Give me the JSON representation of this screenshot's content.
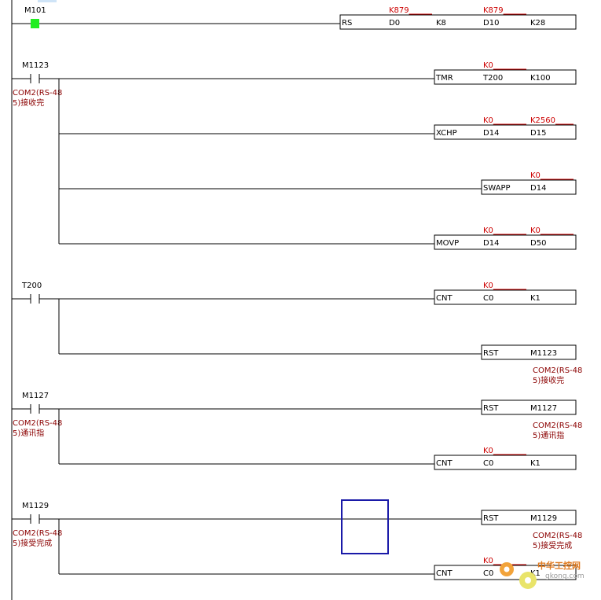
{
  "rungs": [
    {
      "contact": {
        "label": "M101",
        "active": true,
        "comment": []
      },
      "outputs": [
        {
          "cells": [
            "RS",
            "D0",
            "K8",
            "D10",
            "K28"
          ],
          "values": [
            "",
            "K879",
            "",
            "K879",
            ""
          ]
        }
      ]
    },
    {
      "contact": {
        "label": "M1123",
        "active": false,
        "comment": [
          "COM2(RS-48",
          "5)接收完"
        ]
      },
      "outputs": [
        {
          "cells": [
            "TMR",
            "T200",
            "K100"
          ],
          "values": [
            "",
            "K0",
            ""
          ]
        },
        {
          "cells": [
            "XCHP",
            "D14",
            "D15"
          ],
          "values": [
            "",
            "K0",
            "K2560"
          ]
        },
        {
          "cells": [
            "SWAPP",
            "D14"
          ],
          "values": [
            "",
            "K0"
          ]
        },
        {
          "cells": [
            "MOVP",
            "D14",
            "D50"
          ],
          "values": [
            "",
            "K0",
            "K0"
          ]
        }
      ]
    },
    {
      "contact": {
        "label": "T200",
        "active": false,
        "comment": []
      },
      "outputs": [
        {
          "cells": [
            "CNT",
            "C0",
            "K1"
          ],
          "values": [
            "",
            "K0",
            ""
          ]
        },
        {
          "cells": [
            "RST",
            "M1123"
          ],
          "values": [
            "",
            ""
          ],
          "comment": [
            "COM2(RS-48",
            "5)接收完"
          ]
        }
      ]
    },
    {
      "contact": {
        "label": "M1127",
        "active": false,
        "comment": [
          "COM2(RS-48",
          "5)通讯指"
        ]
      },
      "outputs": [
        {
          "cells": [
            "RST",
            "M1127"
          ],
          "values": [
            "",
            ""
          ],
          "comment": [
            "COM2(RS-48",
            "5)通讯指"
          ]
        },
        {
          "cells": [
            "CNT",
            "C0",
            "K1"
          ],
          "values": [
            "",
            "K0",
            ""
          ]
        }
      ]
    },
    {
      "contact": {
        "label": "M1129",
        "active": false,
        "comment": [
          "COM2(RS-48",
          "5)接受完成"
        ]
      },
      "outputs": [
        {
          "cells": [
            "RST",
            "M1129"
          ],
          "values": [
            "",
            ""
          ],
          "comment": [
            "COM2(RS-48",
            "5)接受完成"
          ]
        },
        {
          "cells": [
            "CNT",
            "C0",
            "K1"
          ],
          "values": [
            "",
            "K0",
            ""
          ]
        }
      ]
    }
  ],
  "watermark": {
    "title": "中华工控网",
    "url": "gkong.com"
  },
  "colors": {
    "active_contact": "#22ee22",
    "current_value": "#cc0000",
    "comment": "#8b0000",
    "cursor": "#1a1aa8",
    "wire": "#000000"
  }
}
